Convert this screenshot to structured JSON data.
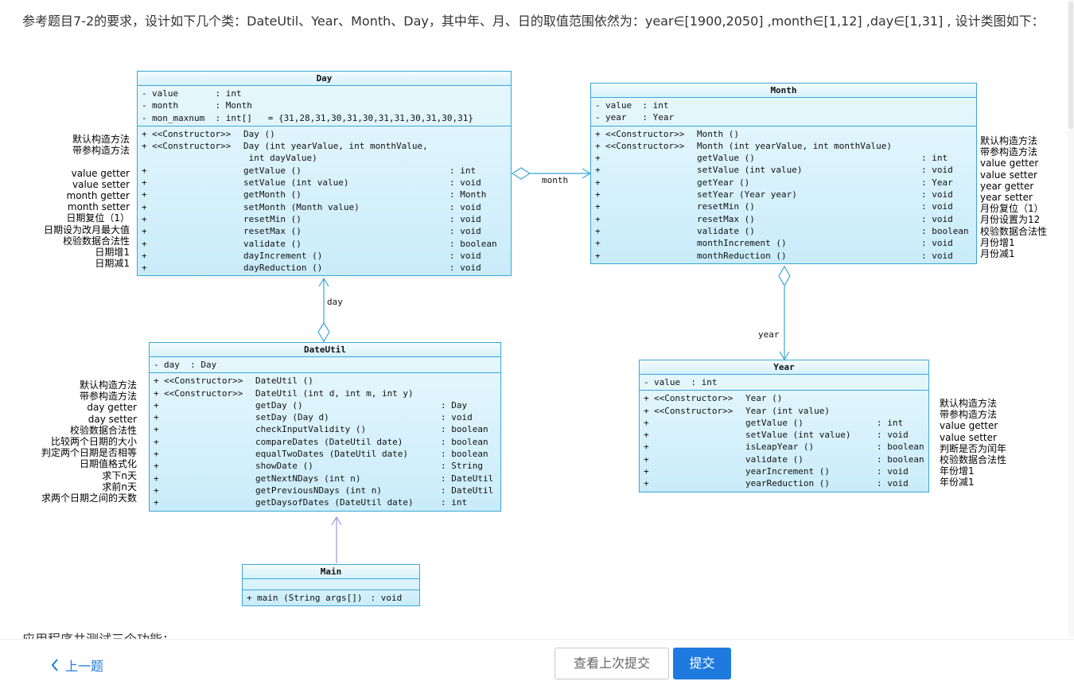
{
  "intro": "参考题目7-2的要求，设计如下几个类：DateUtil、Year、Month、Day，其中年、月、日的取值范围依然为：year∈[1900,2050] ,month∈[1,12] ,day∈[1,31] , 设计类图如下：",
  "classes": {
    "day": {
      "name": "Day",
      "attrs": [
        {
          "vis": "-",
          "text": "value       : int"
        },
        {
          "vis": "-",
          "text": "month       : Month"
        },
        {
          "vis": "-",
          "text": "mon_maxnum  : int[]   = {31,28,31,30,31,30,31,31,30,31,30,31}"
        }
      ],
      "methods": [
        {
          "vis": "+",
          "stereo": "<<Constructor>>",
          "name": "Day ()",
          "type": ""
        },
        {
          "vis": "+",
          "stereo": "<<Constructor>>",
          "name": "Day (int yearValue, int monthValue,",
          "type": ""
        },
        {
          "vis": "",
          "stereo": "",
          "name": " int dayValue)",
          "type": ""
        },
        {
          "vis": "+",
          "stereo": "",
          "name": "getValue ()",
          "type": ": int"
        },
        {
          "vis": "+",
          "stereo": "",
          "name": "setValue (int value)",
          "type": ": void"
        },
        {
          "vis": "+",
          "stereo": "",
          "name": "getMonth ()",
          "type": ": Month"
        },
        {
          "vis": "+",
          "stereo": "",
          "name": "setMonth (Month value)",
          "type": ": void"
        },
        {
          "vis": "+",
          "stereo": "",
          "name": "resetMin ()",
          "type": ": void"
        },
        {
          "vis": "+",
          "stereo": "",
          "name": "resetMax ()",
          "type": ": void"
        },
        {
          "vis": "+",
          "stereo": "",
          "name": "validate ()",
          "type": ": boolean"
        },
        {
          "vis": "+",
          "stereo": "",
          "name": "dayIncrement ()",
          "type": ": void"
        },
        {
          "vis": "+",
          "stereo": "",
          "name": "dayReduction ()",
          "type": ": void"
        }
      ]
    },
    "month": {
      "name": "Month",
      "attrs": [
        {
          "vis": "-",
          "text": "value  : int"
        },
        {
          "vis": "-",
          "text": "year   : Year"
        }
      ],
      "methods": [
        {
          "vis": "+",
          "stereo": "<<Constructor>>",
          "name": "Month ()",
          "type": ""
        },
        {
          "vis": "+",
          "stereo": "<<Constructor>>",
          "name": "Month (int yearValue, int monthValue)",
          "type": ""
        },
        {
          "vis": "+",
          "stereo": "",
          "name": "getValue ()",
          "type": ": int"
        },
        {
          "vis": "+",
          "stereo": "",
          "name": "setValue (int value)",
          "type": ": void"
        },
        {
          "vis": "+",
          "stereo": "",
          "name": "getYear ()",
          "type": ": Year"
        },
        {
          "vis": "+",
          "stereo": "",
          "name": "setYear (Year year)",
          "type": ": void"
        },
        {
          "vis": "+",
          "stereo": "",
          "name": "resetMin ()",
          "type": ": void"
        },
        {
          "vis": "+",
          "stereo": "",
          "name": "resetMax ()",
          "type": ": void"
        },
        {
          "vis": "+",
          "stereo": "",
          "name": "validate ()",
          "type": ": boolean"
        },
        {
          "vis": "+",
          "stereo": "",
          "name": "monthIncrement ()",
          "type": ": void"
        },
        {
          "vis": "+",
          "stereo": "",
          "name": "monthReduction ()",
          "type": ": void"
        }
      ]
    },
    "dateutil": {
      "name": "DateUtil",
      "attrs": [
        {
          "vis": "-",
          "text": "day  : Day"
        }
      ],
      "methods": [
        {
          "vis": "+",
          "stereo": "<<Constructor>>",
          "name": "DateUtil ()",
          "type": ""
        },
        {
          "vis": "+",
          "stereo": "<<Constructor>>",
          "name": "DateUtil (int d, int m, int y)",
          "type": ""
        },
        {
          "vis": "+",
          "stereo": "",
          "name": "getDay ()",
          "type": ": Day"
        },
        {
          "vis": "+",
          "stereo": "",
          "name": "setDay (Day d)",
          "type": ": void"
        },
        {
          "vis": "+",
          "stereo": "",
          "name": "checkInputValidity ()",
          "type": ": boolean"
        },
        {
          "vis": "+",
          "stereo": "",
          "name": "compareDates (DateUtil date)",
          "type": ": boolean"
        },
        {
          "vis": "+",
          "stereo": "",
          "name": "equalTwoDates (DateUtil date)",
          "type": ": boolean"
        },
        {
          "vis": "+",
          "stereo": "",
          "name": "showDate ()",
          "type": ": String"
        },
        {
          "vis": "+",
          "stereo": "",
          "name": "getNextNDays (int n)",
          "type": ": DateUtil"
        },
        {
          "vis": "+",
          "stereo": "",
          "name": "getPreviousNDays (int n)",
          "type": ": DateUtil"
        },
        {
          "vis": "+",
          "stereo": "",
          "name": "getDaysofDates (DateUtil date)",
          "type": ": int"
        }
      ]
    },
    "year": {
      "name": "Year",
      "attrs": [
        {
          "vis": "-",
          "text": "value  : int"
        }
      ],
      "methods": [
        {
          "vis": "+",
          "stereo": "<<Constructor>>",
          "name": "Year ()",
          "type": ""
        },
        {
          "vis": "+",
          "stereo": "<<Constructor>>",
          "name": "Year (int value)",
          "type": ""
        },
        {
          "vis": "+",
          "stereo": "",
          "name": "getValue ()",
          "type": ": int"
        },
        {
          "vis": "+",
          "stereo": "",
          "name": "setValue (int value)",
          "type": ": void"
        },
        {
          "vis": "+",
          "stereo": "",
          "name": "isLeapYear ()",
          "type": ": boolean"
        },
        {
          "vis": "+",
          "stereo": "",
          "name": "validate ()",
          "type": ": boolean"
        },
        {
          "vis": "+",
          "stereo": "",
          "name": "yearIncrement ()",
          "type": ": void"
        },
        {
          "vis": "+",
          "stereo": "",
          "name": "yearReduction ()",
          "type": ": void"
        }
      ]
    },
    "main": {
      "name": "Main",
      "methods": [
        {
          "vis": "+",
          "stereo": "",
          "name": "main (String args[])",
          "type": ": void"
        }
      ]
    }
  },
  "notes": {
    "day": [
      "默认构造方法",
      "带参构造方法",
      "",
      "value getter",
      "value setter",
      "month getter",
      "month setter",
      "日期复位（1）",
      "日期设为改月最大值",
      "校验数据合法性",
      "日期增1",
      "日期减1"
    ],
    "month": [
      "默认构造方法",
      "带参构造方法",
      "value getter",
      "value setter",
      "year getter",
      "year setter",
      "月份复位（1）",
      "月份设置为12",
      "校验数据合法性",
      "月份增1",
      "月份减1"
    ],
    "dateutil": [
      "默认构造方法",
      "带参构造方法",
      "day getter",
      "day setter",
      "校验数据合法性",
      "比较两个日期的大小",
      "判定两个日期是否相等",
      "日期值格式化",
      "求下n天",
      "求前n天",
      "求两个日期之间的天数"
    ],
    "year": [
      "默认构造方法",
      "带参构造方法",
      "value getter",
      "value setter",
      "判断是否为闰年",
      "校验数据合法性",
      "年份增1",
      "年份减1"
    ]
  },
  "associations": {
    "day_month": "month",
    "dateutil_day": "day",
    "month_year": "year"
  },
  "footer_text": "应用程序共测试三个功能：",
  "bottom": {
    "prev_label": "上一题",
    "view_last_label": "查看上次提交",
    "submit_label": "提交"
  },
  "colors": {
    "class_border": "#3aa7d4",
    "class_fill": "#c9ecfa",
    "link_blue": "#1f7adf"
  }
}
